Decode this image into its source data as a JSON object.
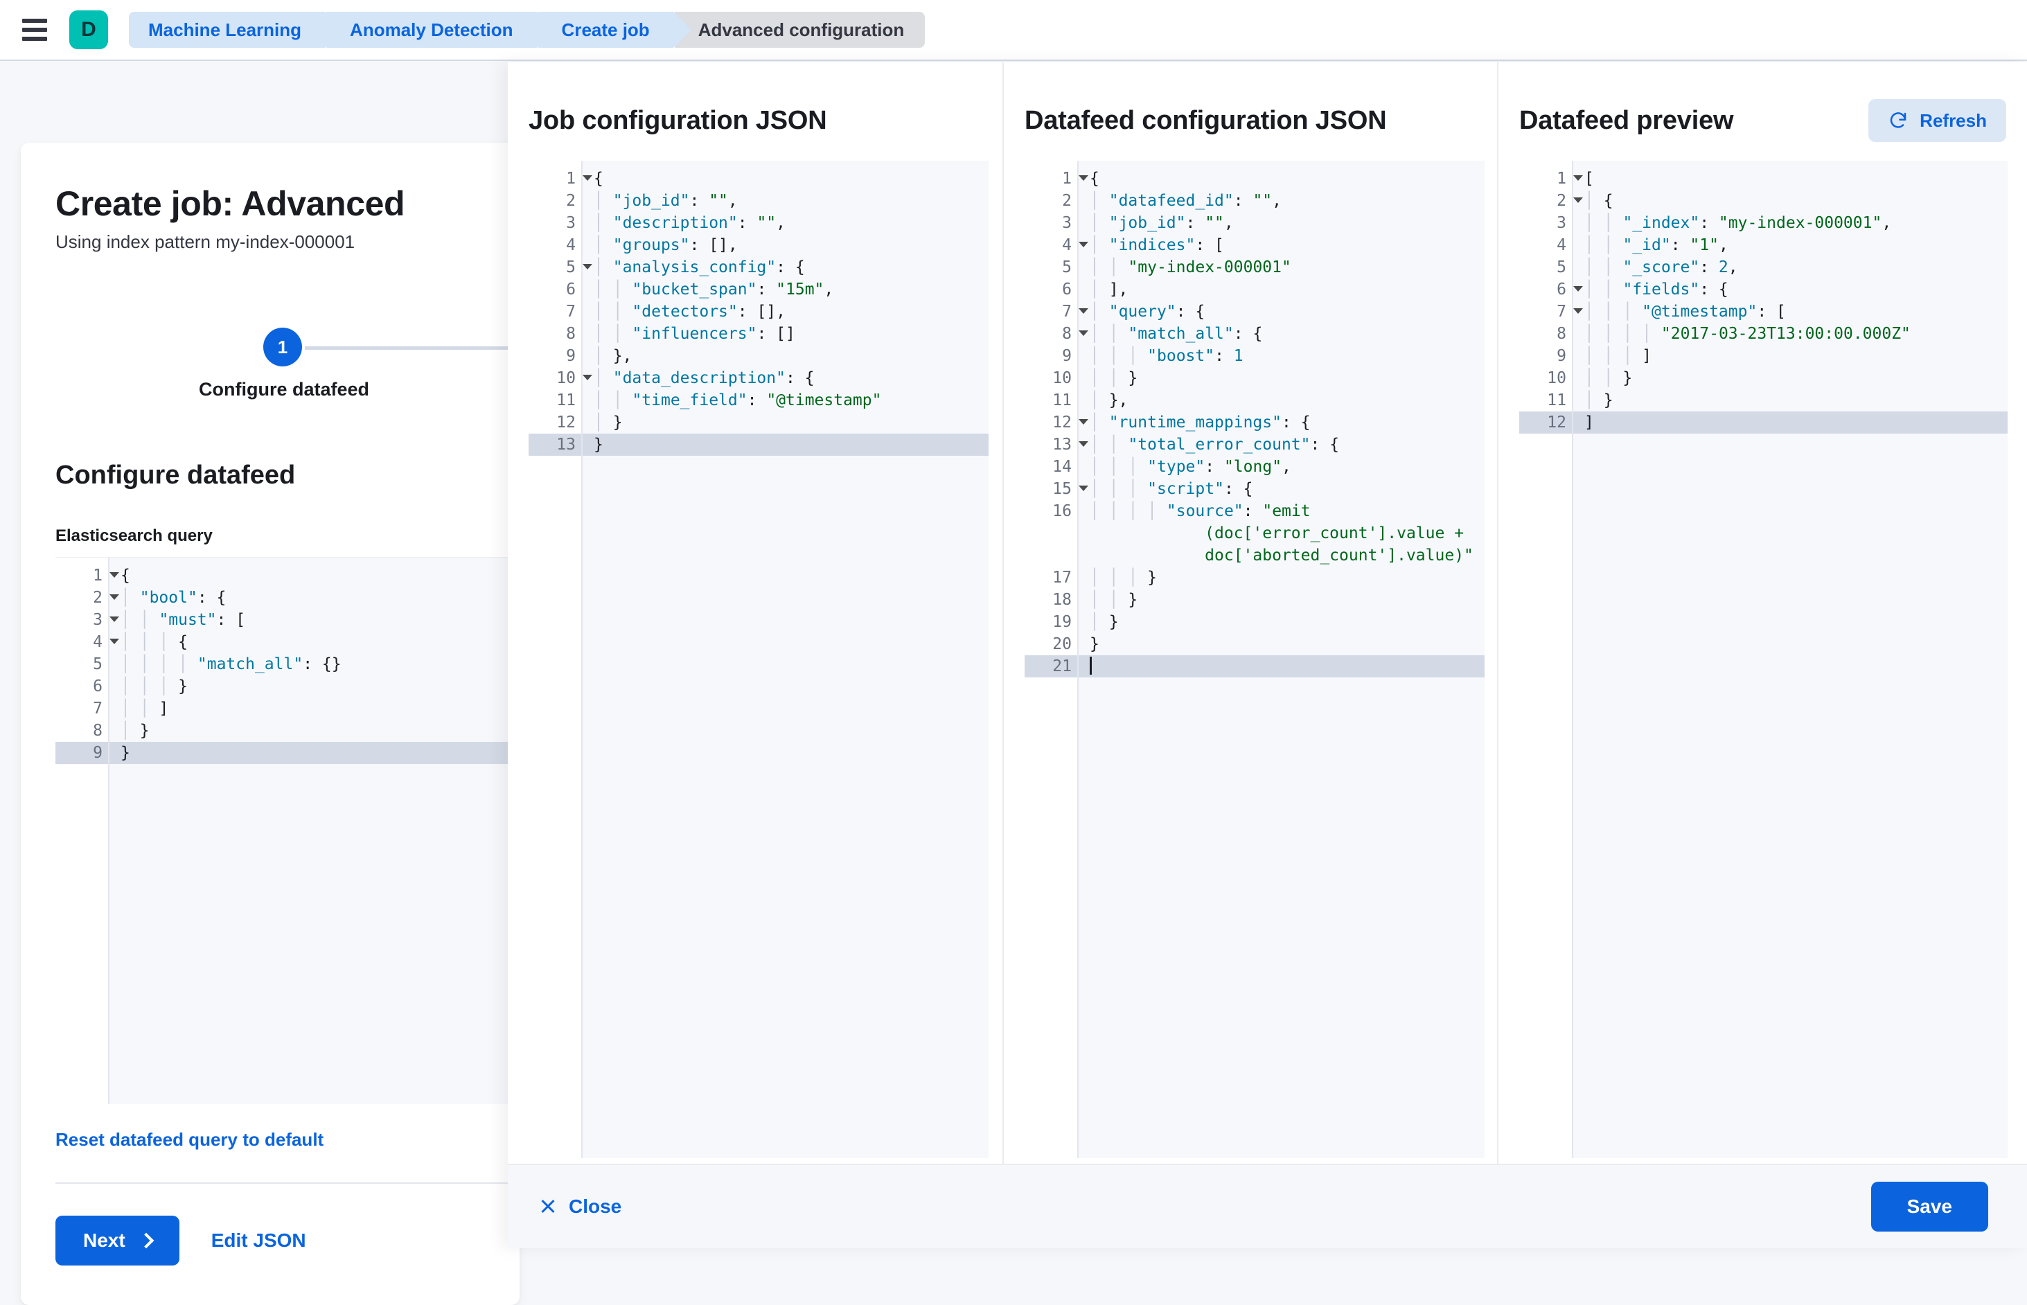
{
  "chrome": {
    "menu_icon": "hamburger-menu-icon",
    "space_avatar": "D",
    "breadcrumbs": [
      {
        "label": "Machine Learning",
        "current": false
      },
      {
        "label": "Anomaly Detection",
        "current": false
      },
      {
        "label": "Create job",
        "current": false
      },
      {
        "label": "Advanced configuration",
        "current": true
      }
    ]
  },
  "left_panel": {
    "title": "Create job: Advanced",
    "subtitle": "Using index pattern my-index-000001",
    "step_number": "1",
    "step_label": "Configure datafeed",
    "section_title": "Configure datafeed",
    "query_label": "Elasticsearch query",
    "reset_link": "Reset datafeed query to default",
    "next_label": "Next",
    "edit_json_label": "Edit JSON",
    "query_editor": {
      "active_line": 9,
      "lines": [
        {
          "n": 1,
          "fold": true,
          "text": "{"
        },
        {
          "n": 2,
          "fold": true,
          "text": "  \"bool\": {"
        },
        {
          "n": 3,
          "fold": true,
          "text": "    \"must\": ["
        },
        {
          "n": 4,
          "fold": true,
          "text": "      {"
        },
        {
          "n": 5,
          "fold": false,
          "text": "        \"match_all\": {}"
        },
        {
          "n": 6,
          "fold": false,
          "text": "      }"
        },
        {
          "n": 7,
          "fold": false,
          "text": "    ]"
        },
        {
          "n": 8,
          "fold": false,
          "text": "  }"
        },
        {
          "n": 9,
          "fold": false,
          "text": "}"
        }
      ]
    }
  },
  "flyout": {
    "columns": [
      {
        "id": "job-config",
        "title": "Job configuration JSON",
        "editor": {
          "active_line": 13,
          "lines": [
            {
              "n": 1,
              "fold": true,
              "text": "{"
            },
            {
              "n": 2,
              "fold": false,
              "text": "  \"job_id\": \"\","
            },
            {
              "n": 3,
              "fold": false,
              "text": "  \"description\": \"\","
            },
            {
              "n": 4,
              "fold": false,
              "text": "  \"groups\": [],"
            },
            {
              "n": 5,
              "fold": true,
              "text": "  \"analysis_config\": {"
            },
            {
              "n": 6,
              "fold": false,
              "text": "    \"bucket_span\": \"15m\","
            },
            {
              "n": 7,
              "fold": false,
              "text": "    \"detectors\": [],"
            },
            {
              "n": 8,
              "fold": false,
              "text": "    \"influencers\": []"
            },
            {
              "n": 9,
              "fold": false,
              "text": "  },"
            },
            {
              "n": 10,
              "fold": true,
              "text": "  \"data_description\": {"
            },
            {
              "n": 11,
              "fold": false,
              "text": "    \"time_field\": \"@timestamp\""
            },
            {
              "n": 12,
              "fold": false,
              "text": "  }"
            },
            {
              "n": 13,
              "fold": false,
              "text": "}"
            }
          ]
        }
      },
      {
        "id": "datafeed-config",
        "title": "Datafeed configuration JSON",
        "editor": {
          "active_line": 21,
          "lines": [
            {
              "n": 1,
              "fold": true,
              "text": "{"
            },
            {
              "n": 2,
              "fold": false,
              "text": "  \"datafeed_id\": \"\","
            },
            {
              "n": 3,
              "fold": false,
              "text": "  \"job_id\": \"\","
            },
            {
              "n": 4,
              "fold": true,
              "text": "  \"indices\": ["
            },
            {
              "n": 5,
              "fold": false,
              "text": "    \"my-index-000001\""
            },
            {
              "n": 6,
              "fold": false,
              "text": "  ],"
            },
            {
              "n": 7,
              "fold": true,
              "text": "  \"query\": {"
            },
            {
              "n": 8,
              "fold": true,
              "text": "    \"match_all\": {"
            },
            {
              "n": 9,
              "fold": false,
              "text": "      \"boost\": 1"
            },
            {
              "n": 10,
              "fold": false,
              "text": "    }"
            },
            {
              "n": 11,
              "fold": false,
              "text": "  },"
            },
            {
              "n": 12,
              "fold": true,
              "text": "  \"runtime_mappings\": {"
            },
            {
              "n": 13,
              "fold": true,
              "text": "    \"total_error_count\": {"
            },
            {
              "n": 14,
              "fold": false,
              "text": "      \"type\": \"long\","
            },
            {
              "n": 15,
              "fold": true,
              "text": "      \"script\": {"
            },
            {
              "n": 16,
              "fold": false,
              "text": "        \"source\": \"emit(doc['error_count'].value + doc['aborted_count'].value)\""
            },
            {
              "n": 17,
              "fold": false,
              "text": "      }"
            },
            {
              "n": 18,
              "fold": false,
              "text": "    }"
            },
            {
              "n": 19,
              "fold": false,
              "text": "  }"
            },
            {
              "n": 20,
              "fold": false,
              "text": "}"
            },
            {
              "n": 21,
              "fold": false,
              "text": ""
            }
          ]
        }
      },
      {
        "id": "datafeed-preview",
        "title": "Datafeed preview",
        "refresh_label": "Refresh",
        "refresh_icon": "refresh-icon",
        "editor": {
          "active_line": 12,
          "lines": [
            {
              "n": 1,
              "fold": true,
              "text": "["
            },
            {
              "n": 2,
              "fold": true,
              "text": "  {"
            },
            {
              "n": 3,
              "fold": false,
              "text": "    \"_index\": \"my-index-000001\","
            },
            {
              "n": 4,
              "fold": false,
              "text": "    \"_id\": \"1\","
            },
            {
              "n": 5,
              "fold": false,
              "text": "    \"_score\": 2,"
            },
            {
              "n": 6,
              "fold": true,
              "text": "    \"fields\": {"
            },
            {
              "n": 7,
              "fold": true,
              "text": "      \"@timestamp\": ["
            },
            {
              "n": 8,
              "fold": false,
              "text": "        \"2017-03-23T13:00:00.000Z\""
            },
            {
              "n": 9,
              "fold": false,
              "text": "      ]"
            },
            {
              "n": 10,
              "fold": false,
              "text": "    }"
            },
            {
              "n": 11,
              "fold": false,
              "text": "  }"
            },
            {
              "n": 12,
              "fold": false,
              "text": "]"
            }
          ]
        }
      }
    ],
    "footer": {
      "close_label": "Close",
      "close_icon": "close-icon",
      "save_label": "Save"
    }
  },
  "colors": {
    "primary": "#0B64DD",
    "space_avatar_bg": "#00BFB3",
    "json_key": "#0077A0",
    "json_string": "#00661B",
    "editor_bg": "#F7F8FC",
    "active_line": "#D3DAE6"
  }
}
